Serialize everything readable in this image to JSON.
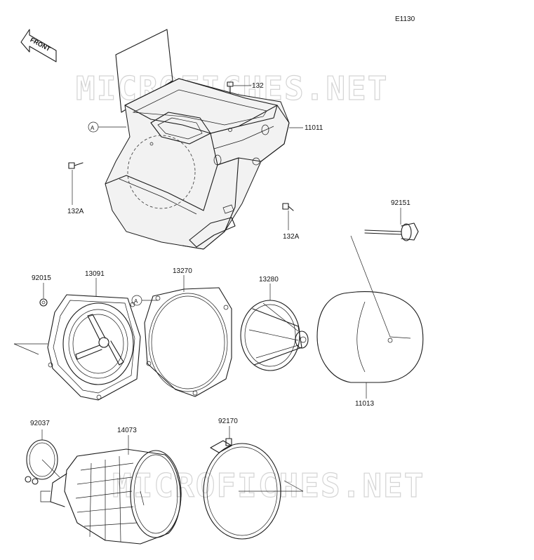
{
  "diagram_code": "E1130",
  "front_label": "FRONT",
  "watermark_text": "MICROFICHES.NET",
  "ref_marker": "A",
  "part_labels": {
    "p132": "132",
    "p11011": "11011",
    "p132A_left": "132A",
    "p132A_right": "132A",
    "p92151": "92151",
    "p92015": "92015",
    "p13091": "13091",
    "p13270": "13270",
    "p13280": "13280",
    "p11013": "11013",
    "p92037": "92037",
    "p14073": "14073",
    "p92170": "92170"
  }
}
